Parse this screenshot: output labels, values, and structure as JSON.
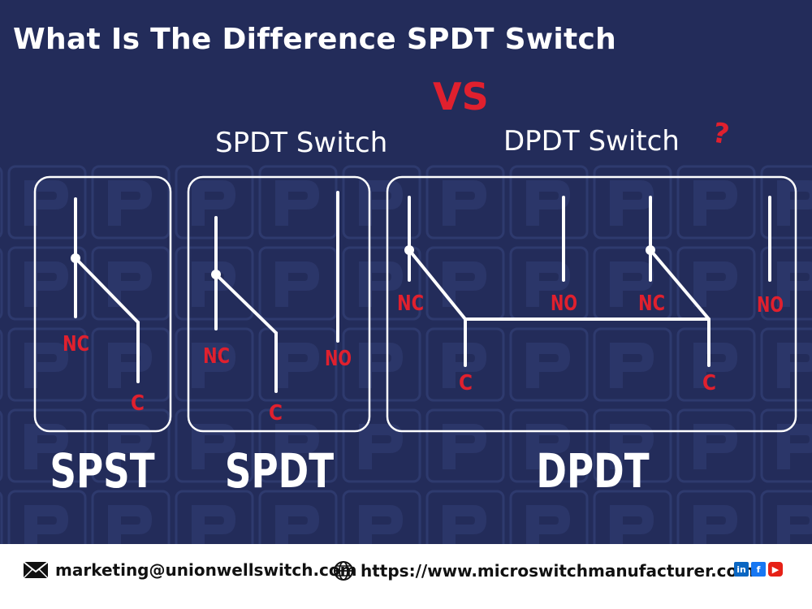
{
  "header": {
    "title": "What Is The Difference SPDT Switch",
    "vs": "VS",
    "question": "?"
  },
  "subtitles": {
    "spdt": "SPDT Switch",
    "dpdt": "DPDT Switch"
  },
  "panels": {
    "spst": {
      "name": "SPST",
      "nc": "NC",
      "c": "C"
    },
    "spdt": {
      "name": "SPDT",
      "nc": "NC",
      "no": "NO",
      "c": "C"
    },
    "dpdt": {
      "name": "DPDT",
      "nc1": "NC",
      "no1": "NO",
      "nc2": "NC",
      "no2": "NO",
      "c1": "C",
      "c2": "C"
    }
  },
  "footer": {
    "email": "marketing@unionwellswitch.com",
    "website": "https://www.microswitchmanufacturer.com",
    "social": {
      "linkedin": "in",
      "facebook": "f",
      "youtube": "▶"
    }
  },
  "colors": {
    "background": "#232c5a",
    "accent": "#e0202e",
    "line": "#ffffff"
  },
  "icons": [
    "envelope-icon",
    "globe-icon",
    "linkedin-icon",
    "facebook-icon",
    "youtube-icon"
  ]
}
